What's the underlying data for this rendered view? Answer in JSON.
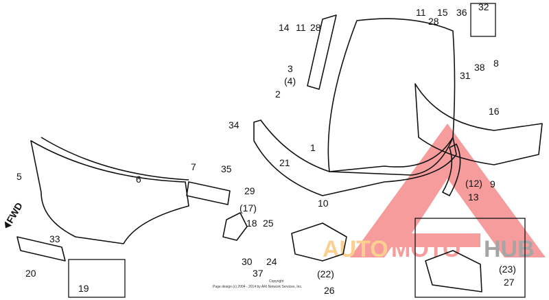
{
  "diagram": {
    "callouts": [
      "14",
      "11",
      "28",
      "3",
      "(4)",
      "2",
      "34",
      "1",
      "21",
      "7",
      "35",
      "29",
      "5",
      "6",
      "10",
      "(17)",
      "18",
      "25",
      "33",
      "30",
      "24",
      "37",
      "20",
      "19",
      "(22)",
      "26",
      "11",
      "28",
      "15",
      "36",
      "32",
      "31",
      "38",
      "8",
      "16",
      "(12)",
      "9",
      "13",
      "(23)",
      "27"
    ],
    "forward_marker": "FWD",
    "copyright": "Copyright",
    "page_design": "Page design (c) 2004 - 2014 by ARI Network Services, Inc."
  },
  "watermark": {
    "brand": "AUTOMOTOHUB",
    "parts": [
      "AUTO",
      "MOTO",
      "HUB"
    ],
    "colors": {
      "triangle": "#f47c7c",
      "auto": "#f9c06a",
      "moto": "#f47c7c",
      "hub": "#888888"
    }
  }
}
